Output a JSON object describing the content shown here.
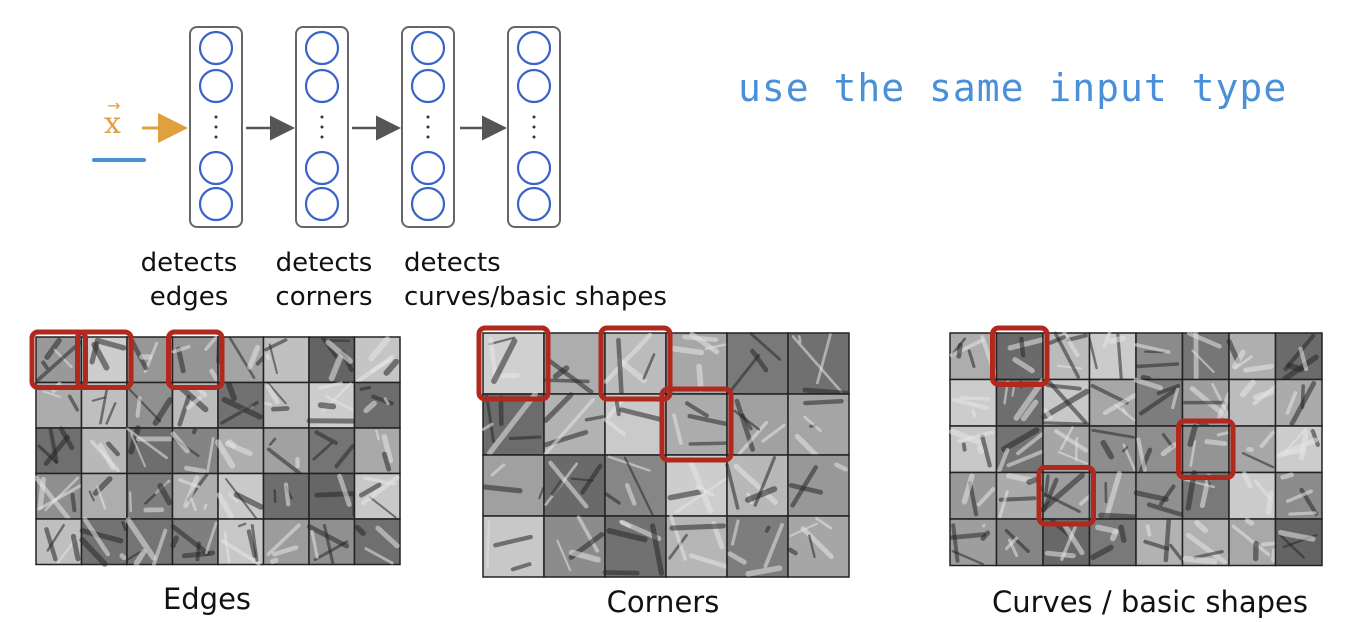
{
  "input": {
    "symbol": "x",
    "vector_mark": "→"
  },
  "note": "use the same input type",
  "layer_labels": [
    {
      "line1": "detects",
      "line2": "edges"
    },
    {
      "line1": "detects",
      "line2": "corners"
    },
    {
      "line1": "detects",
      "line2": "curves/basic shapes"
    }
  ],
  "captions": {
    "edges": "Edges",
    "corners": "Corners",
    "curves": "Curves / basic shapes"
  },
  "colors": {
    "neuron": "#3a63c9",
    "input": "#e0a040",
    "underline": "#4a90d9",
    "note": "#4a90d9",
    "highlight": "#b0281e"
  }
}
